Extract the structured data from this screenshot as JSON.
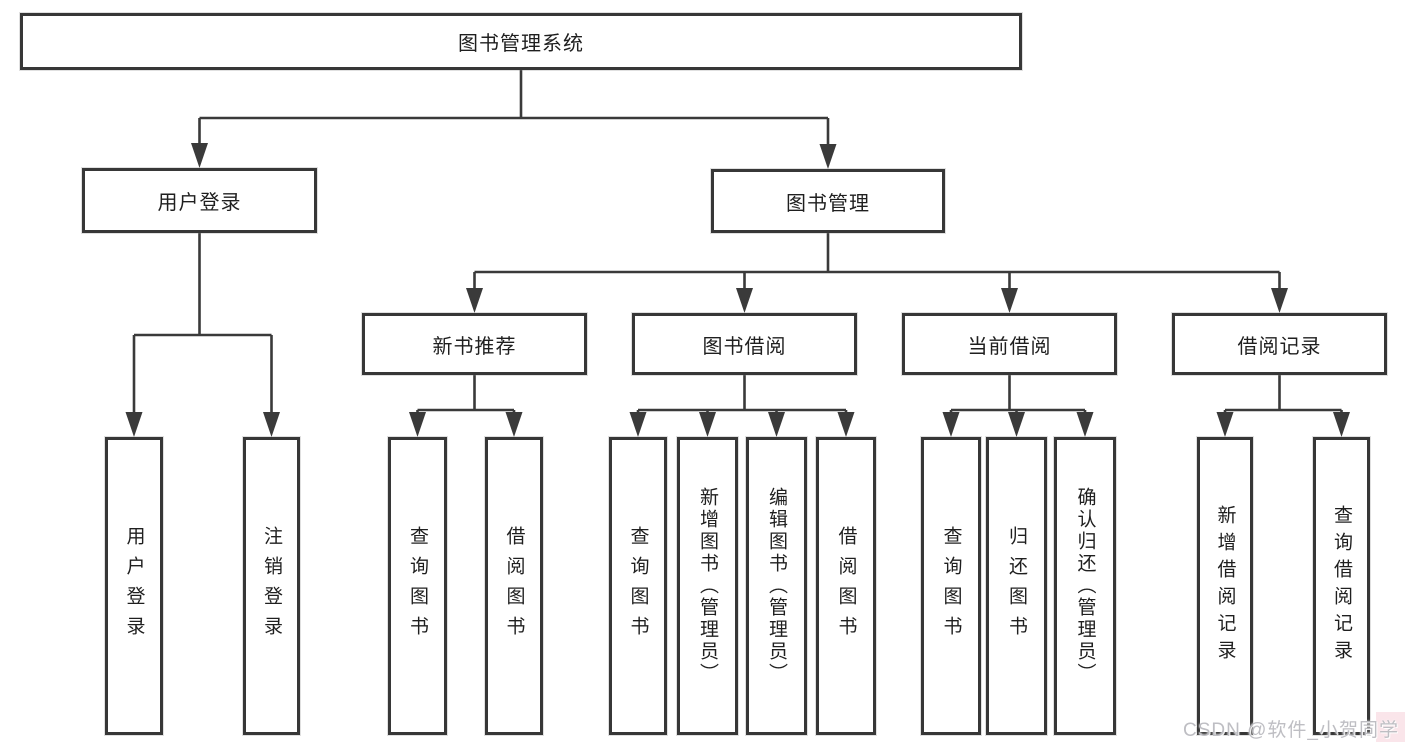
{
  "diagram_title": "图书管理系统",
  "nodes": {
    "root": {
      "label": "图书管理系统"
    },
    "user_login": {
      "label": "用户登录"
    },
    "book_mgmt": {
      "label": "图书管理"
    },
    "new_book_rec": {
      "label": "新书推荐"
    },
    "book_borrow": {
      "label": "图书借阅"
    },
    "current_borrow": {
      "label": "当前借阅"
    },
    "borrow_records": {
      "label": "借阅记录"
    },
    "leaf_user_login": {
      "label": "用户登录"
    },
    "leaf_logout": {
      "label": "注销登录"
    },
    "leaf_rec_query_books": {
      "label": "查询图书"
    },
    "leaf_rec_borrow_books": {
      "label": "借阅图书"
    },
    "leaf_bb_query_books": {
      "label": "查询图书"
    },
    "leaf_bb_add_books": {
      "label": "新增图书（管理员）"
    },
    "leaf_bb_edit_books": {
      "label": "编辑图书（管理员）"
    },
    "leaf_bb_borrow_books": {
      "label": "借阅图书"
    },
    "leaf_cb_query_books": {
      "label": "查询图书"
    },
    "leaf_cb_return_books": {
      "label": "归还图书"
    },
    "leaf_cb_confirm_return": {
      "label": "确认归还（管理员）"
    },
    "leaf_br_add_record": {
      "label": "新增借阅记录"
    },
    "leaf_br_query_record": {
      "label": "查询借阅记录"
    }
  },
  "watermark": {
    "text": "CSDN @软件_小贺同学"
  },
  "colors": {
    "line": "#3a3a3a",
    "box_border": "#373737",
    "text": "#1f1f1f",
    "background": "#ffffff",
    "watermark_text": "#babac0",
    "watermark_tint": "#f6cfd9"
  }
}
